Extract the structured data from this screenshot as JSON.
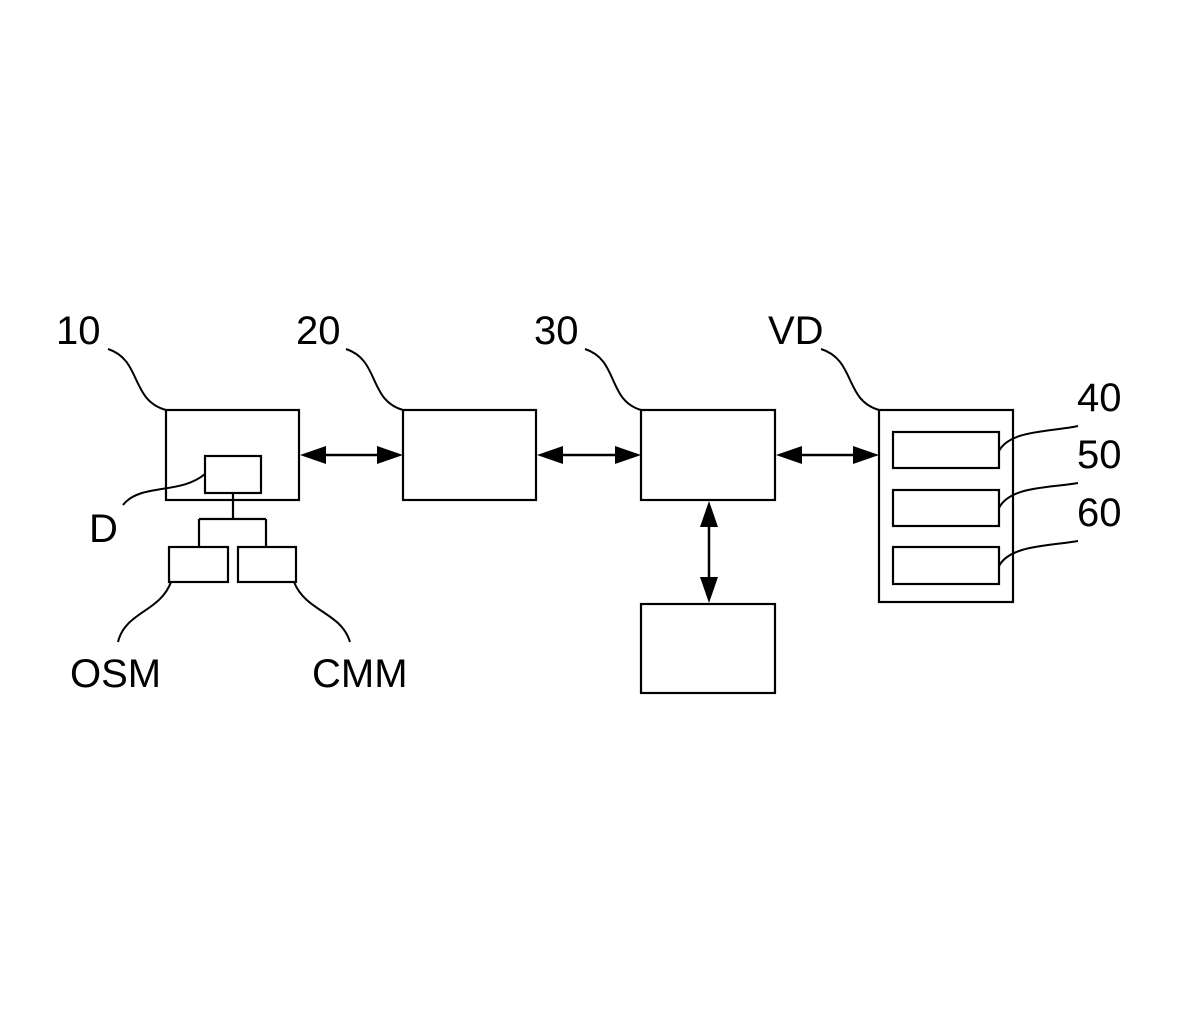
{
  "labels": {
    "ref_10": "10",
    "ref_20": "20",
    "ref_30": "30",
    "ref_vd": "VD",
    "ref_40": "40",
    "ref_50": "50",
    "ref_60": "60",
    "ref_d": "D",
    "ref_osm": "OSM",
    "ref_cmm": "CMM"
  },
  "colors": {
    "line": "#000000",
    "background": "#ffffff"
  }
}
